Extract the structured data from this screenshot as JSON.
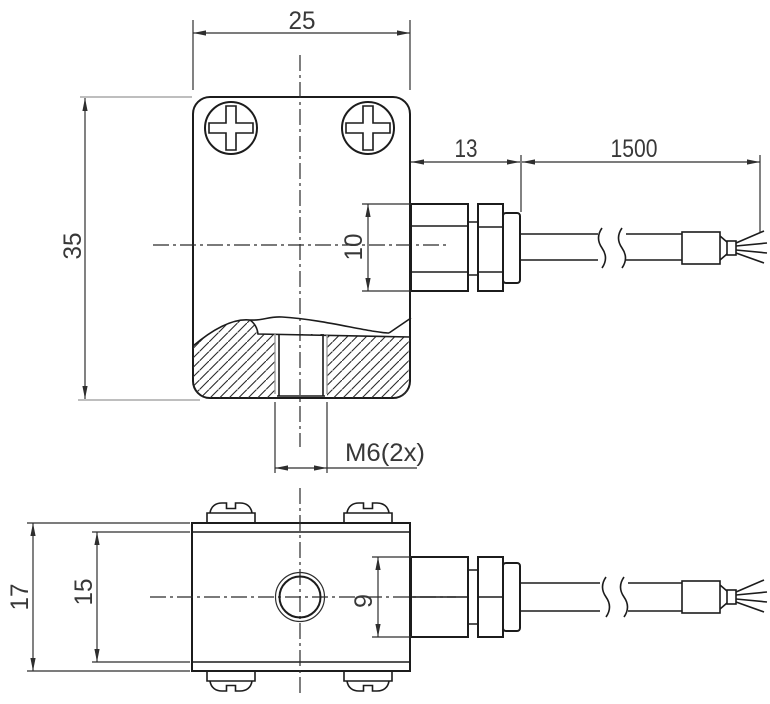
{
  "drawing": {
    "kind": "technical-drawing-2-views",
    "front_view": {
      "dims": {
        "body_width": "25",
        "body_height": "35",
        "gland_length": "13",
        "cable_length": "1500",
        "gland_height": "10",
        "thread_callout": "M6(2x)"
      }
    },
    "side_view": {
      "dims": {
        "overall_height": "17",
        "body_height": "15",
        "gland_height": "9"
      }
    },
    "colors": {
      "line": "#1c1c1c",
      "dimension_text": "#383838",
      "gray_extension": "#a9a9a9",
      "background": "#ffffff"
    }
  }
}
